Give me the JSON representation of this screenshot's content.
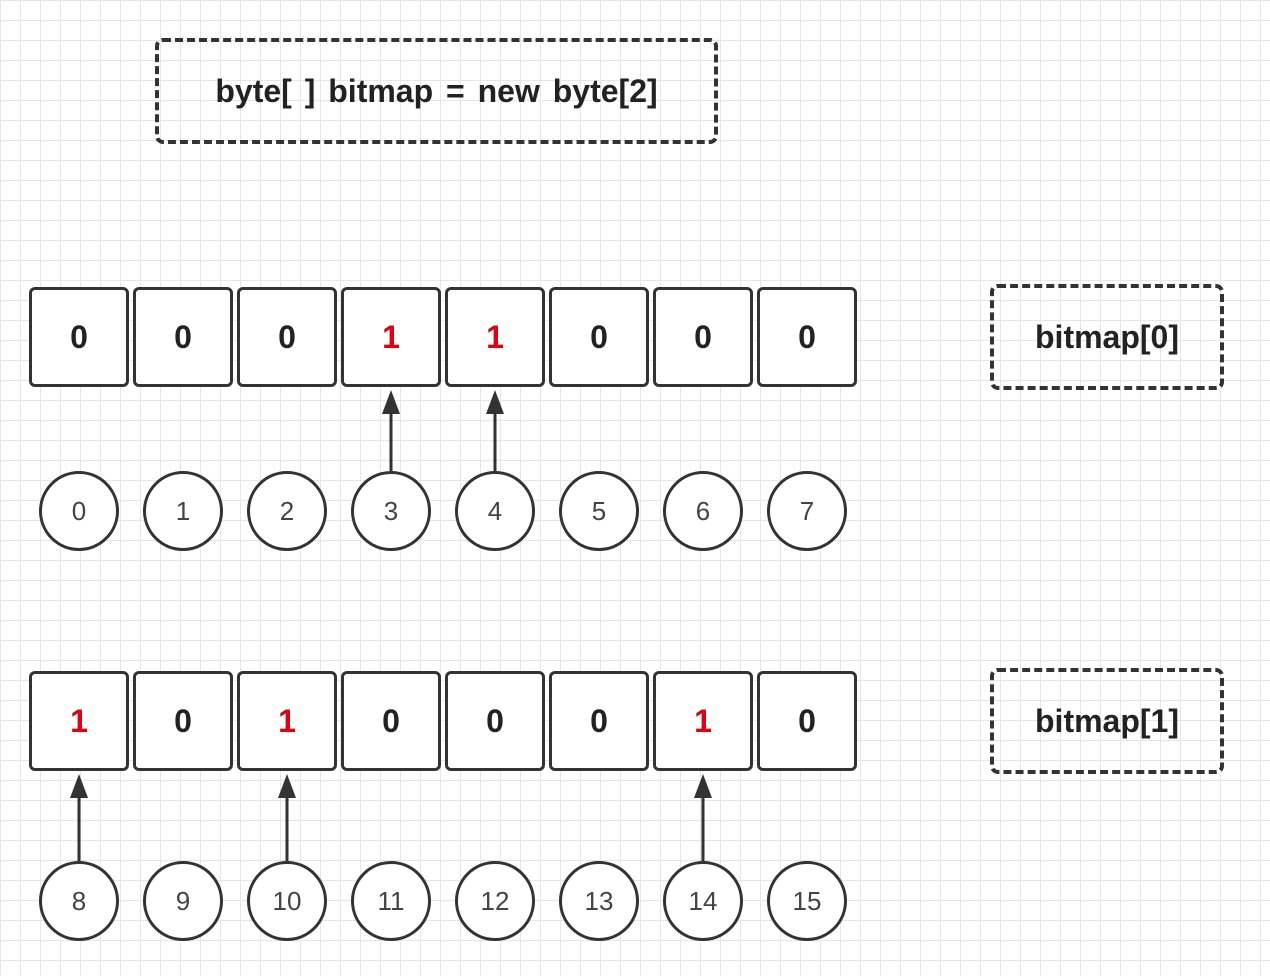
{
  "declaration": "byte[ ]  bitmap = new byte[2]",
  "colors": {
    "stroke": "#333333",
    "set_bit": "#e0000f",
    "grid": "#e6e6e6"
  },
  "bytes": [
    {
      "label": "bitmap[0]",
      "bits": [
        "0",
        "0",
        "0",
        "1",
        "1",
        "0",
        "0",
        "0"
      ],
      "indices": [
        "0",
        "1",
        "2",
        "3",
        "4",
        "5",
        "6",
        "7"
      ],
      "arrows_at": [
        3,
        4
      ]
    },
    {
      "label": "bitmap[1]",
      "bits": [
        "1",
        "0",
        "1",
        "0",
        "0",
        "0",
        "1",
        "0"
      ],
      "indices": [
        "8",
        "9",
        "10",
        "11",
        "12",
        "13",
        "14",
        "15"
      ],
      "arrows_at": [
        0,
        2,
        6
      ]
    }
  ]
}
